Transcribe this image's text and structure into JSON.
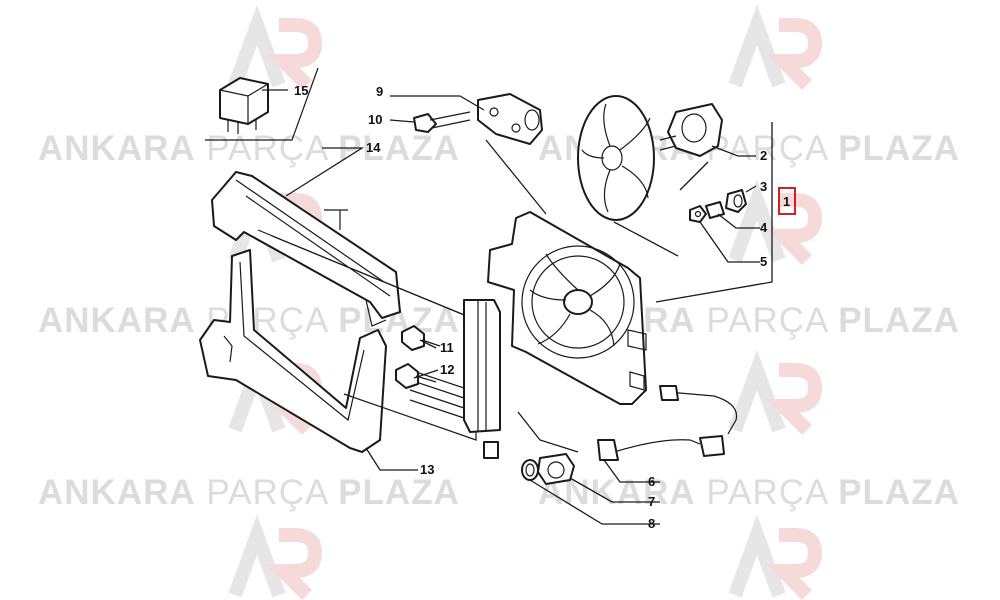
{
  "watermark": {
    "word1": "ANKARA",
    "word2": "PARÇA",
    "word3": "PLAZA",
    "logo_colors": {
      "gray": "#e6e6e6",
      "red": "#f6dada"
    }
  },
  "callouts": {
    "c1": "1",
    "c2": "2",
    "c3": "3",
    "c4": "4",
    "c5": "5",
    "c6": "6",
    "c7": "7",
    "c8": "8",
    "c9": "9",
    "c10": "10",
    "c11": "11",
    "c12": "12",
    "c13": "13",
    "c14": "14",
    "c15": "15"
  },
  "highlight_color": "#d32020"
}
